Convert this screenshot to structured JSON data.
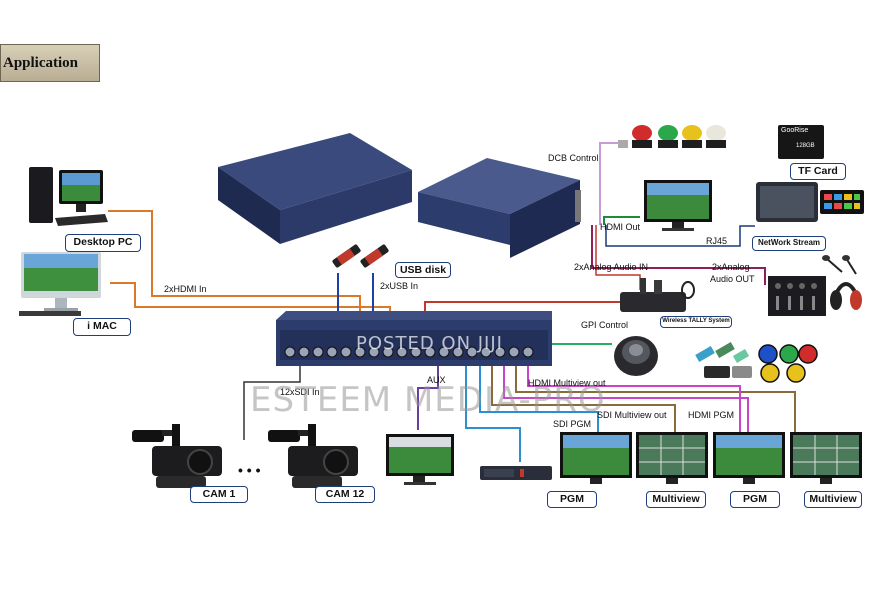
{
  "header": {
    "title": "Application"
  },
  "watermarks": {
    "main": "ESTEEM MEDIA-PRO",
    "device": "POSTED ON JIJI"
  },
  "devices": {
    "desktop_pc": "Desktop PC",
    "imac": "i MAC",
    "usb_disk": "USB disk",
    "tf_card": "TF Card",
    "network_stream": "NetWork Stream",
    "wireless_tally": "Wireless TALLY System",
    "cam1": "CAM 1",
    "cam12": "CAM 12",
    "pgm_1": "PGM",
    "multiview_1": "Multiview",
    "pgm_2": "PGM",
    "multiview_2": "Multiview",
    "sd_card_brand": "GooRise",
    "sd_card_capacity": "128GB"
  },
  "connections": {
    "hdmi_in": "2xHDMI In",
    "usb_in": "2xUSB In",
    "dcb_control": "DCB Control",
    "hdmi_out": "HDMI Out",
    "rj45": "RJ45",
    "analog_audio_in": "2xAnalog Audio IN",
    "analog_audio_out_1": "2xAnalog",
    "analog_audio_out_2": "Audio OUT",
    "gpi_control": "GPI Control",
    "sdi_in": "12xSDI In",
    "aux": "AUX",
    "hdmi_multiview_out": "HDMI Multiview out",
    "sdi_multiview_out": "SDI Multiview out",
    "hdmi_pgm": "HDMI PGM",
    "sdi_pgm": "SDI PGM",
    "ellipsis": "• • •"
  },
  "colors": {
    "hdmi_in_line": "#d97a2a",
    "usb_line": "#1c3fa8",
    "dcb_line": "#c89ad6",
    "hdmi_out_line": "#1e8a3c",
    "rj45_line": "#1a3a7a",
    "audio_in_line": "#c0392b",
    "audio_out_line": "#8e1f5a",
    "gpi_line": "#27ae60",
    "sdi_in_line": "#333333",
    "aux_line": "#6a3fa0",
    "multiview_line": "#8b6b3a",
    "pgm_line": "#c844c8",
    "sdi_pgm_line": "#2c8fd0",
    "label_border": "#1f3f7a",
    "device_body": "#2c3c6c"
  }
}
